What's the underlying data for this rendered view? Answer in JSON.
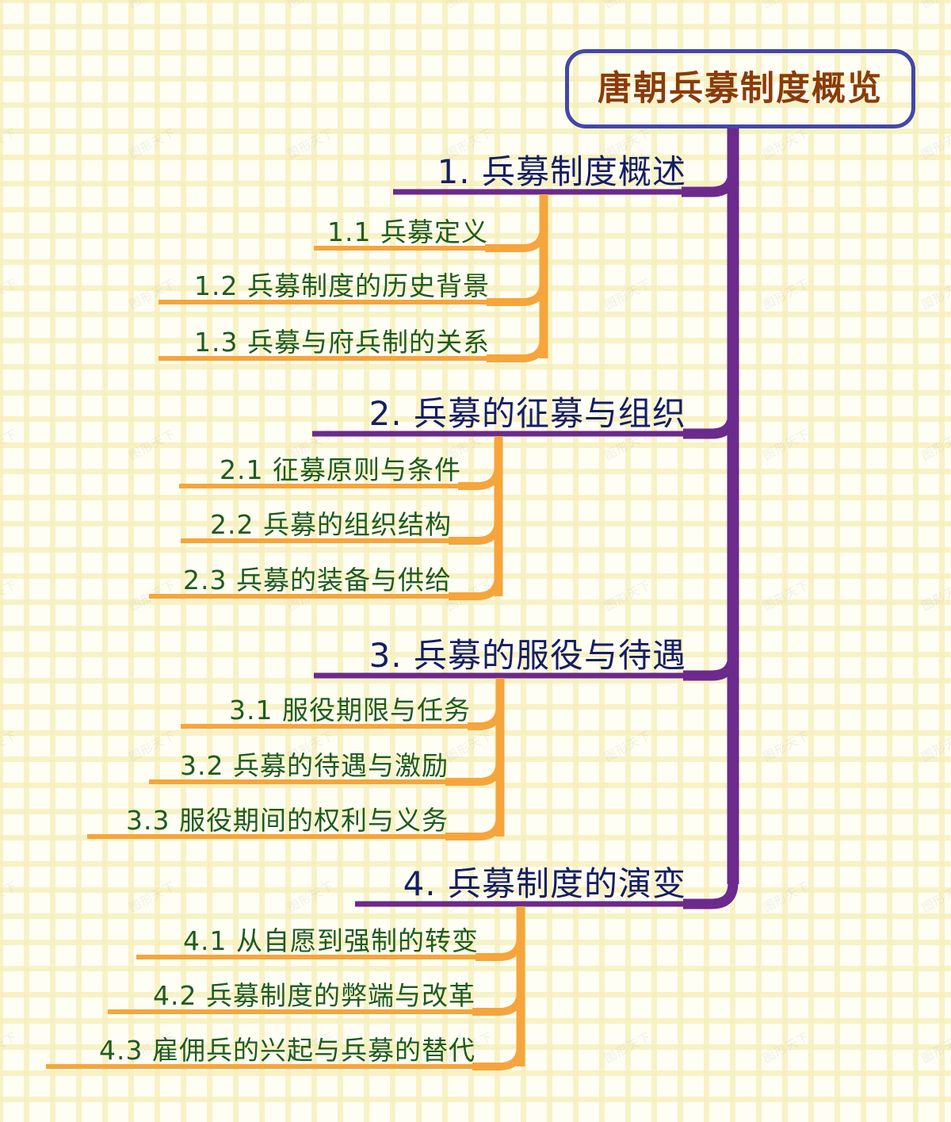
{
  "document": {
    "type": "mindmap",
    "watermark_text": "图形天下"
  },
  "colors": {
    "root_border": "#4147ac",
    "root_text": "#8a3b09",
    "level1_text": "#141e64",
    "level1_line": "#6c2a8c",
    "level2_text": "#1e5b1e",
    "level2_line": "#f5a53c",
    "background": "#fffef4",
    "grid": "#f6f0be"
  },
  "root": {
    "label": "唐朝兵募制度概览"
  },
  "branches": [
    {
      "label": "1. 兵募制度概述",
      "children": [
        {
          "label": "1.1 兵募定义"
        },
        {
          "label": "1.2 兵募制度的历史背景"
        },
        {
          "label": "1.3 兵募与府兵制的关系"
        }
      ]
    },
    {
      "label": "2. 兵募的征募与组织",
      "children": [
        {
          "label": "2.1 征募原则与条件"
        },
        {
          "label": "2.2 兵募的组织结构"
        },
        {
          "label": "2.3 兵募的装备与供给"
        }
      ]
    },
    {
      "label": "3. 兵募的服役与待遇",
      "children": [
        {
          "label": "3.1 服役期限与任务"
        },
        {
          "label": "3.2 兵募的待遇与激励"
        },
        {
          "label": "3.3 服役期间的权利与义务"
        }
      ]
    },
    {
      "label": "4. 兵募制度的演变",
      "children": [
        {
          "label": "4.1 从自愿到强制的转变"
        },
        {
          "label": "4.2 兵募制度的弊端与改革"
        },
        {
          "label": "4.3 雇佣兵的兴起与兵募的替代"
        }
      ]
    }
  ]
}
